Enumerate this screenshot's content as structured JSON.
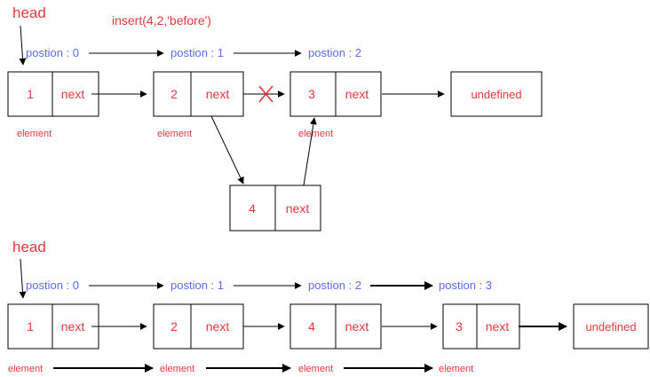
{
  "before": {
    "head": "head",
    "operation": "insert(4,2,'before')",
    "positions": [
      "postion : 0",
      "postion : 1",
      "postion : 2"
    ],
    "nodes": [
      {
        "value": "1",
        "next": "next"
      },
      {
        "value": "2",
        "next": "next"
      },
      {
        "value": "3",
        "next": "next"
      }
    ],
    "end": "undefined",
    "element_labels": [
      "element",
      "element",
      "element"
    ],
    "new_node": {
      "value": "4",
      "next": "next"
    }
  },
  "after": {
    "head": "head",
    "positions": [
      "postion : 0",
      "postion : 1",
      "postion : 2",
      "postion : 3"
    ],
    "nodes": [
      {
        "value": "1",
        "next": "next"
      },
      {
        "value": "2",
        "next": "next"
      },
      {
        "value": "4",
        "next": "next"
      },
      {
        "value": "3",
        "next": "next"
      }
    ],
    "end": "undefined",
    "element_labels": [
      "element",
      "element",
      "element",
      "element"
    ]
  },
  "colors": {
    "label_red": "#e8383d",
    "position_blue": "#5b6cf0",
    "line": "#000000",
    "remove_mark": "#e8383d"
  }
}
